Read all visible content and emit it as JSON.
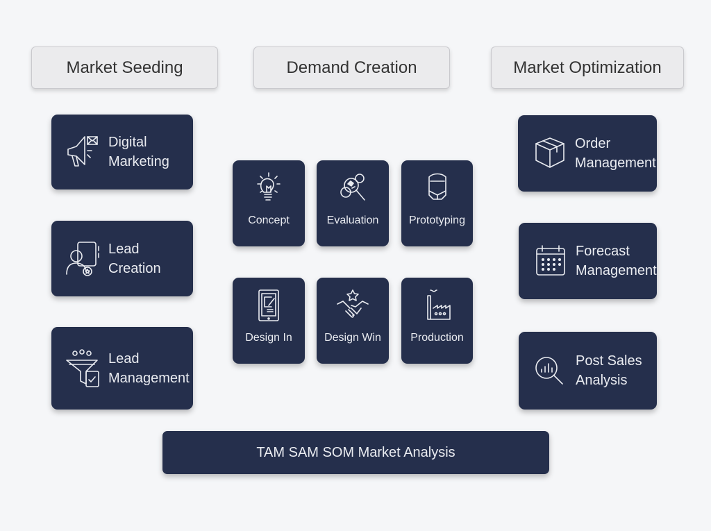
{
  "headers": [
    "Market Seeding",
    "Demand Creation",
    "Market Optimization"
  ],
  "market_seeding": [
    {
      "label_1": "Digital",
      "label_2": "Marketing",
      "icon": "megaphone-email-icon"
    },
    {
      "label_1": "Lead",
      "label_2": "Creation",
      "icon": "contact-card-icon"
    },
    {
      "label_1": "Lead",
      "label_2": "Management",
      "icon": "funnel-checklist-icon"
    }
  ],
  "demand_creation": [
    {
      "label": "Concept",
      "icon": "lightbulb-icon"
    },
    {
      "label": "Evaluation",
      "icon": "gear-magnifier-icon"
    },
    {
      "label": "Prototyping",
      "icon": "prototype-shape-icon"
    },
    {
      "label": "Design In",
      "icon": "tablet-design-icon"
    },
    {
      "label": "Design Win",
      "icon": "handshake-star-icon"
    },
    {
      "label": "Production",
      "icon": "factory-icon"
    }
  ],
  "market_optimization": [
    {
      "label_1": "Order",
      "label_2": "Management",
      "icon": "package-box-icon"
    },
    {
      "label_1": "Forecast",
      "label_2": "Management",
      "icon": "calendar-icon"
    },
    {
      "label_1": "Post Sales",
      "label_2": "Analysis",
      "icon": "chart-magnifier-icon"
    }
  ],
  "footer": "TAM SAM SOM Market Analysis",
  "colors": {
    "card": "#252f4c",
    "header": "#ebebed",
    "background": "#f5f6f8"
  }
}
